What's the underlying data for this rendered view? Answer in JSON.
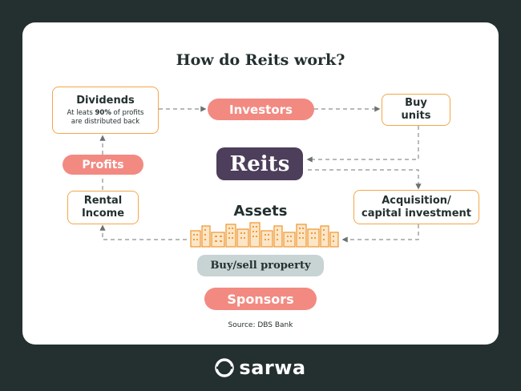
{
  "title": "How do Reits work?",
  "nodes": {
    "dividends": {
      "label": "Dividends",
      "desc_pre": "At leats ",
      "desc_pct": "90%",
      "desc_post": " of profits",
      "desc_line2": "are distributed back"
    },
    "investors": "Investors",
    "buy_units": {
      "line1": "Buy",
      "line2": "units"
    },
    "reits": "Reits",
    "profits": "Profits",
    "rental_income": {
      "line1": "Rental",
      "line2": "Income"
    },
    "acquisition": {
      "line1": "Acquisition/",
      "line2": "capital investment"
    },
    "assets": "Assets",
    "buy_sell": "Buy/sell property",
    "sponsors": "Sponsors"
  },
  "source": "Source: DBS Bank",
  "brand": "sarwa",
  "colors": {
    "background": "#23302f",
    "accent_pill": "#f28a82",
    "box_border": "#f4a64a",
    "reits": "#4d3e5c",
    "buy_sell": "#c8d3d4"
  }
}
